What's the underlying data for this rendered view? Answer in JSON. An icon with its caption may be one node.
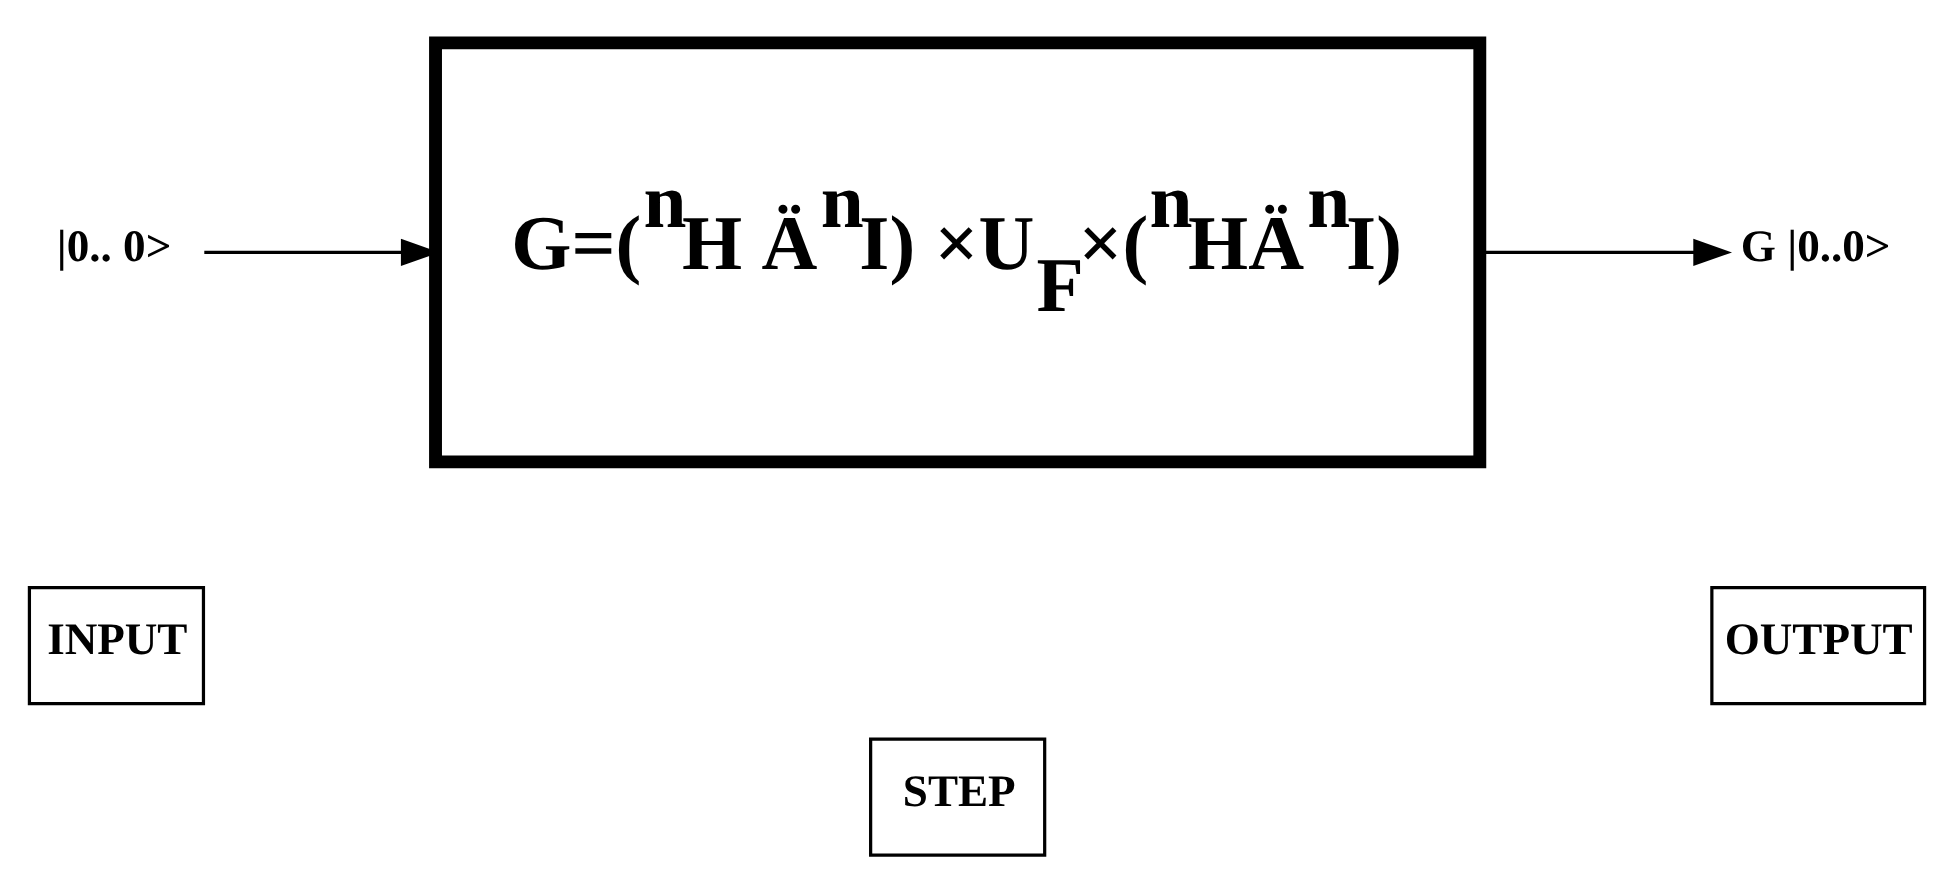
{
  "diagram": {
    "nodes": [
      {
        "text": [
          "|0.. 0>"
        ]
      },
      {
        "text": [
          "G=($^{n}$H Ä$^{n}$I) ×U$_{F}$×($^{n}$HÄ$^{n}$I)"
        ]
      },
      {
        "text": [
          "G |0..0>"
        ]
      },
      {
        "text": [
          "INPUT"
        ]
      },
      {
        "text": [
          "STEP"
        ]
      },
      {
        "text": [
          "OUTPUT"
        ]
      }
    ],
    "edges": [
      {
        "from": 0,
        "to": 1,
        "arrow": "to"
      },
      {
        "from": 1,
        "to": 2,
        "arrow": "to"
      }
    ]
  }
}
